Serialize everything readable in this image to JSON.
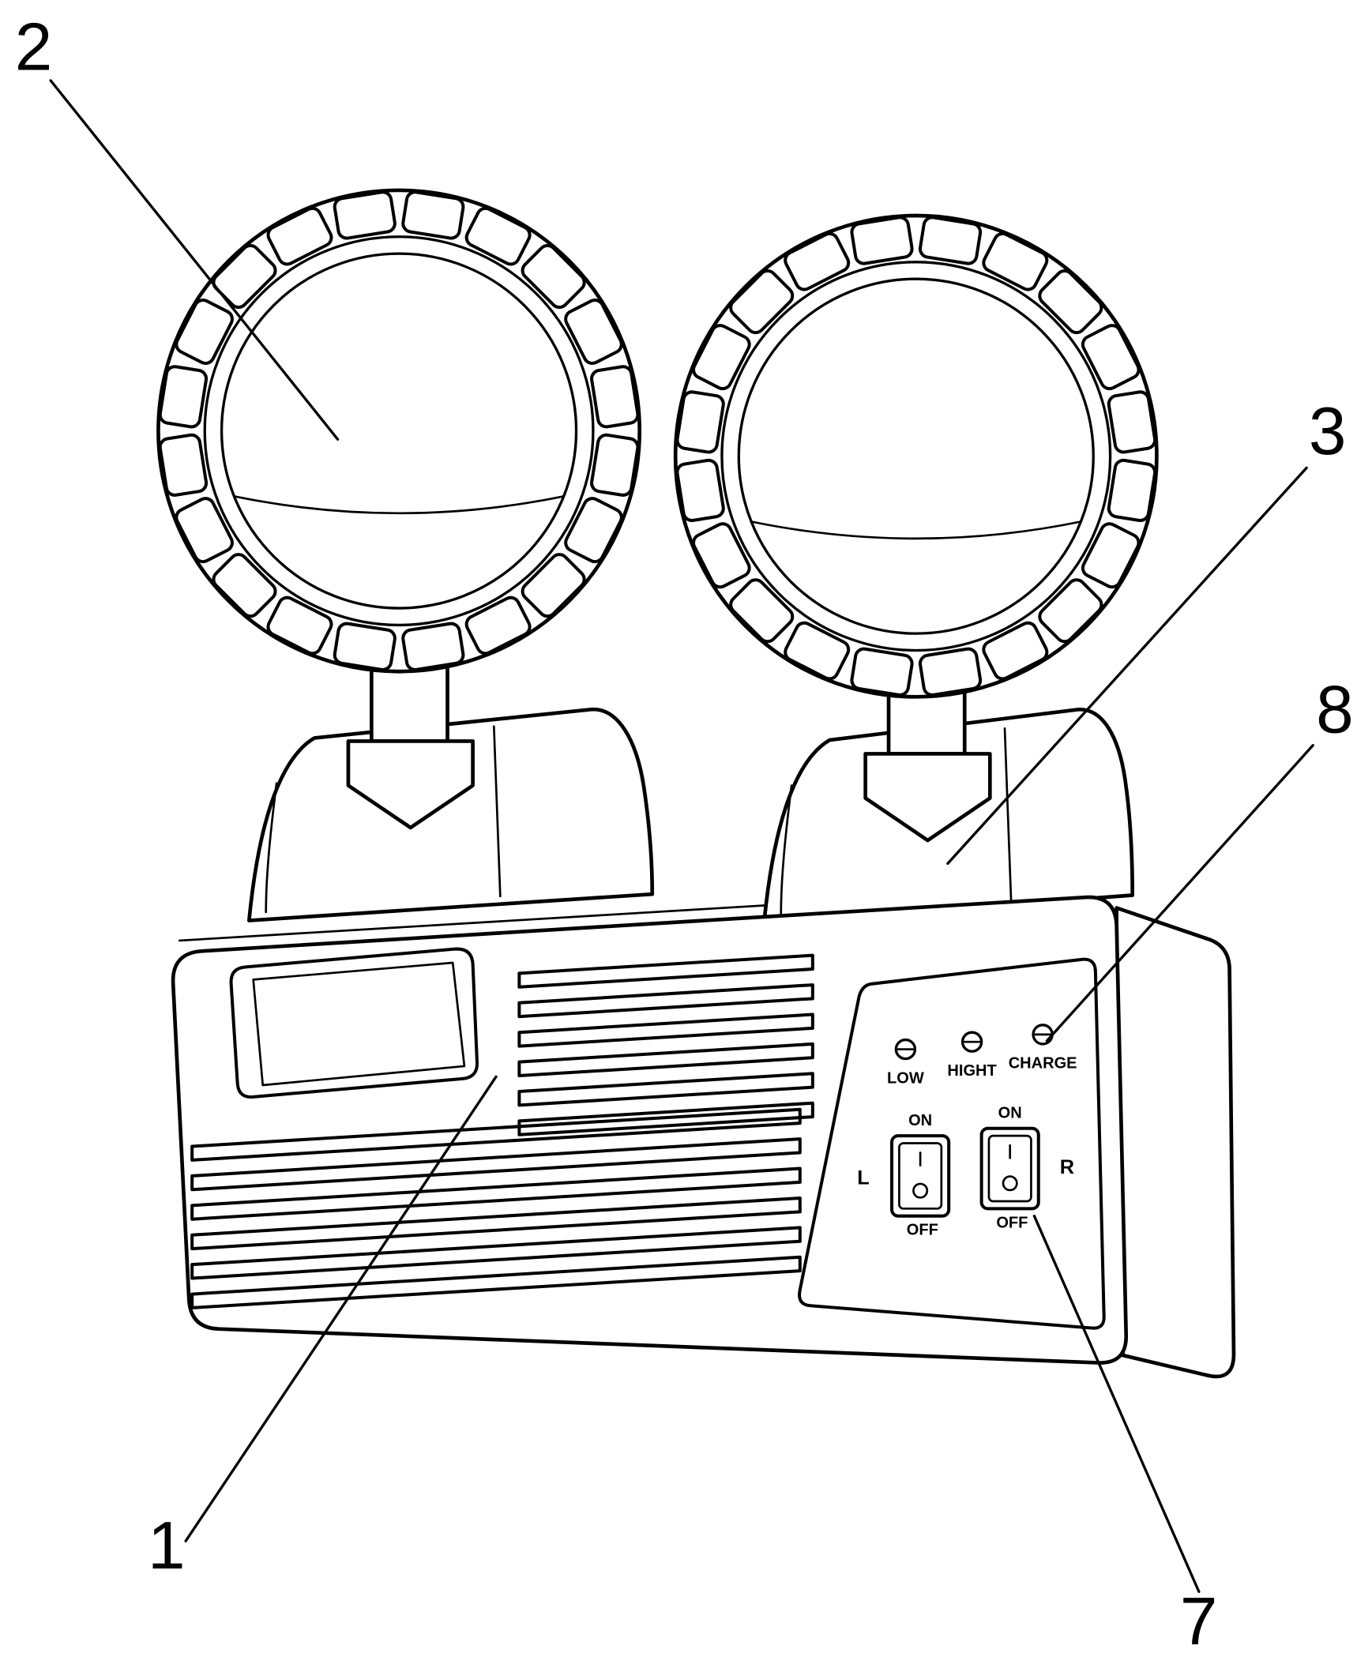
{
  "colors": {
    "line": "#000000",
    "bg": "#ffffff"
  },
  "callouts": [
    {
      "label": "2",
      "points_to": "left lamp head lens"
    },
    {
      "label": "3",
      "points_to": "right lamp mount"
    },
    {
      "label": "8",
      "points_to": "charge indicator"
    },
    {
      "label": "1",
      "points_to": "housing front face"
    },
    {
      "label": "7",
      "points_to": "right rocker switch"
    }
  ],
  "panel": {
    "indicators": [
      {
        "label": "LOW"
      },
      {
        "label": "HIGHT"
      },
      {
        "label": "CHARGE"
      }
    ],
    "switches": [
      {
        "side": "L",
        "on": "ON",
        "off": "OFF"
      },
      {
        "side": "R",
        "on": "ON",
        "off": "OFF"
      }
    ]
  }
}
